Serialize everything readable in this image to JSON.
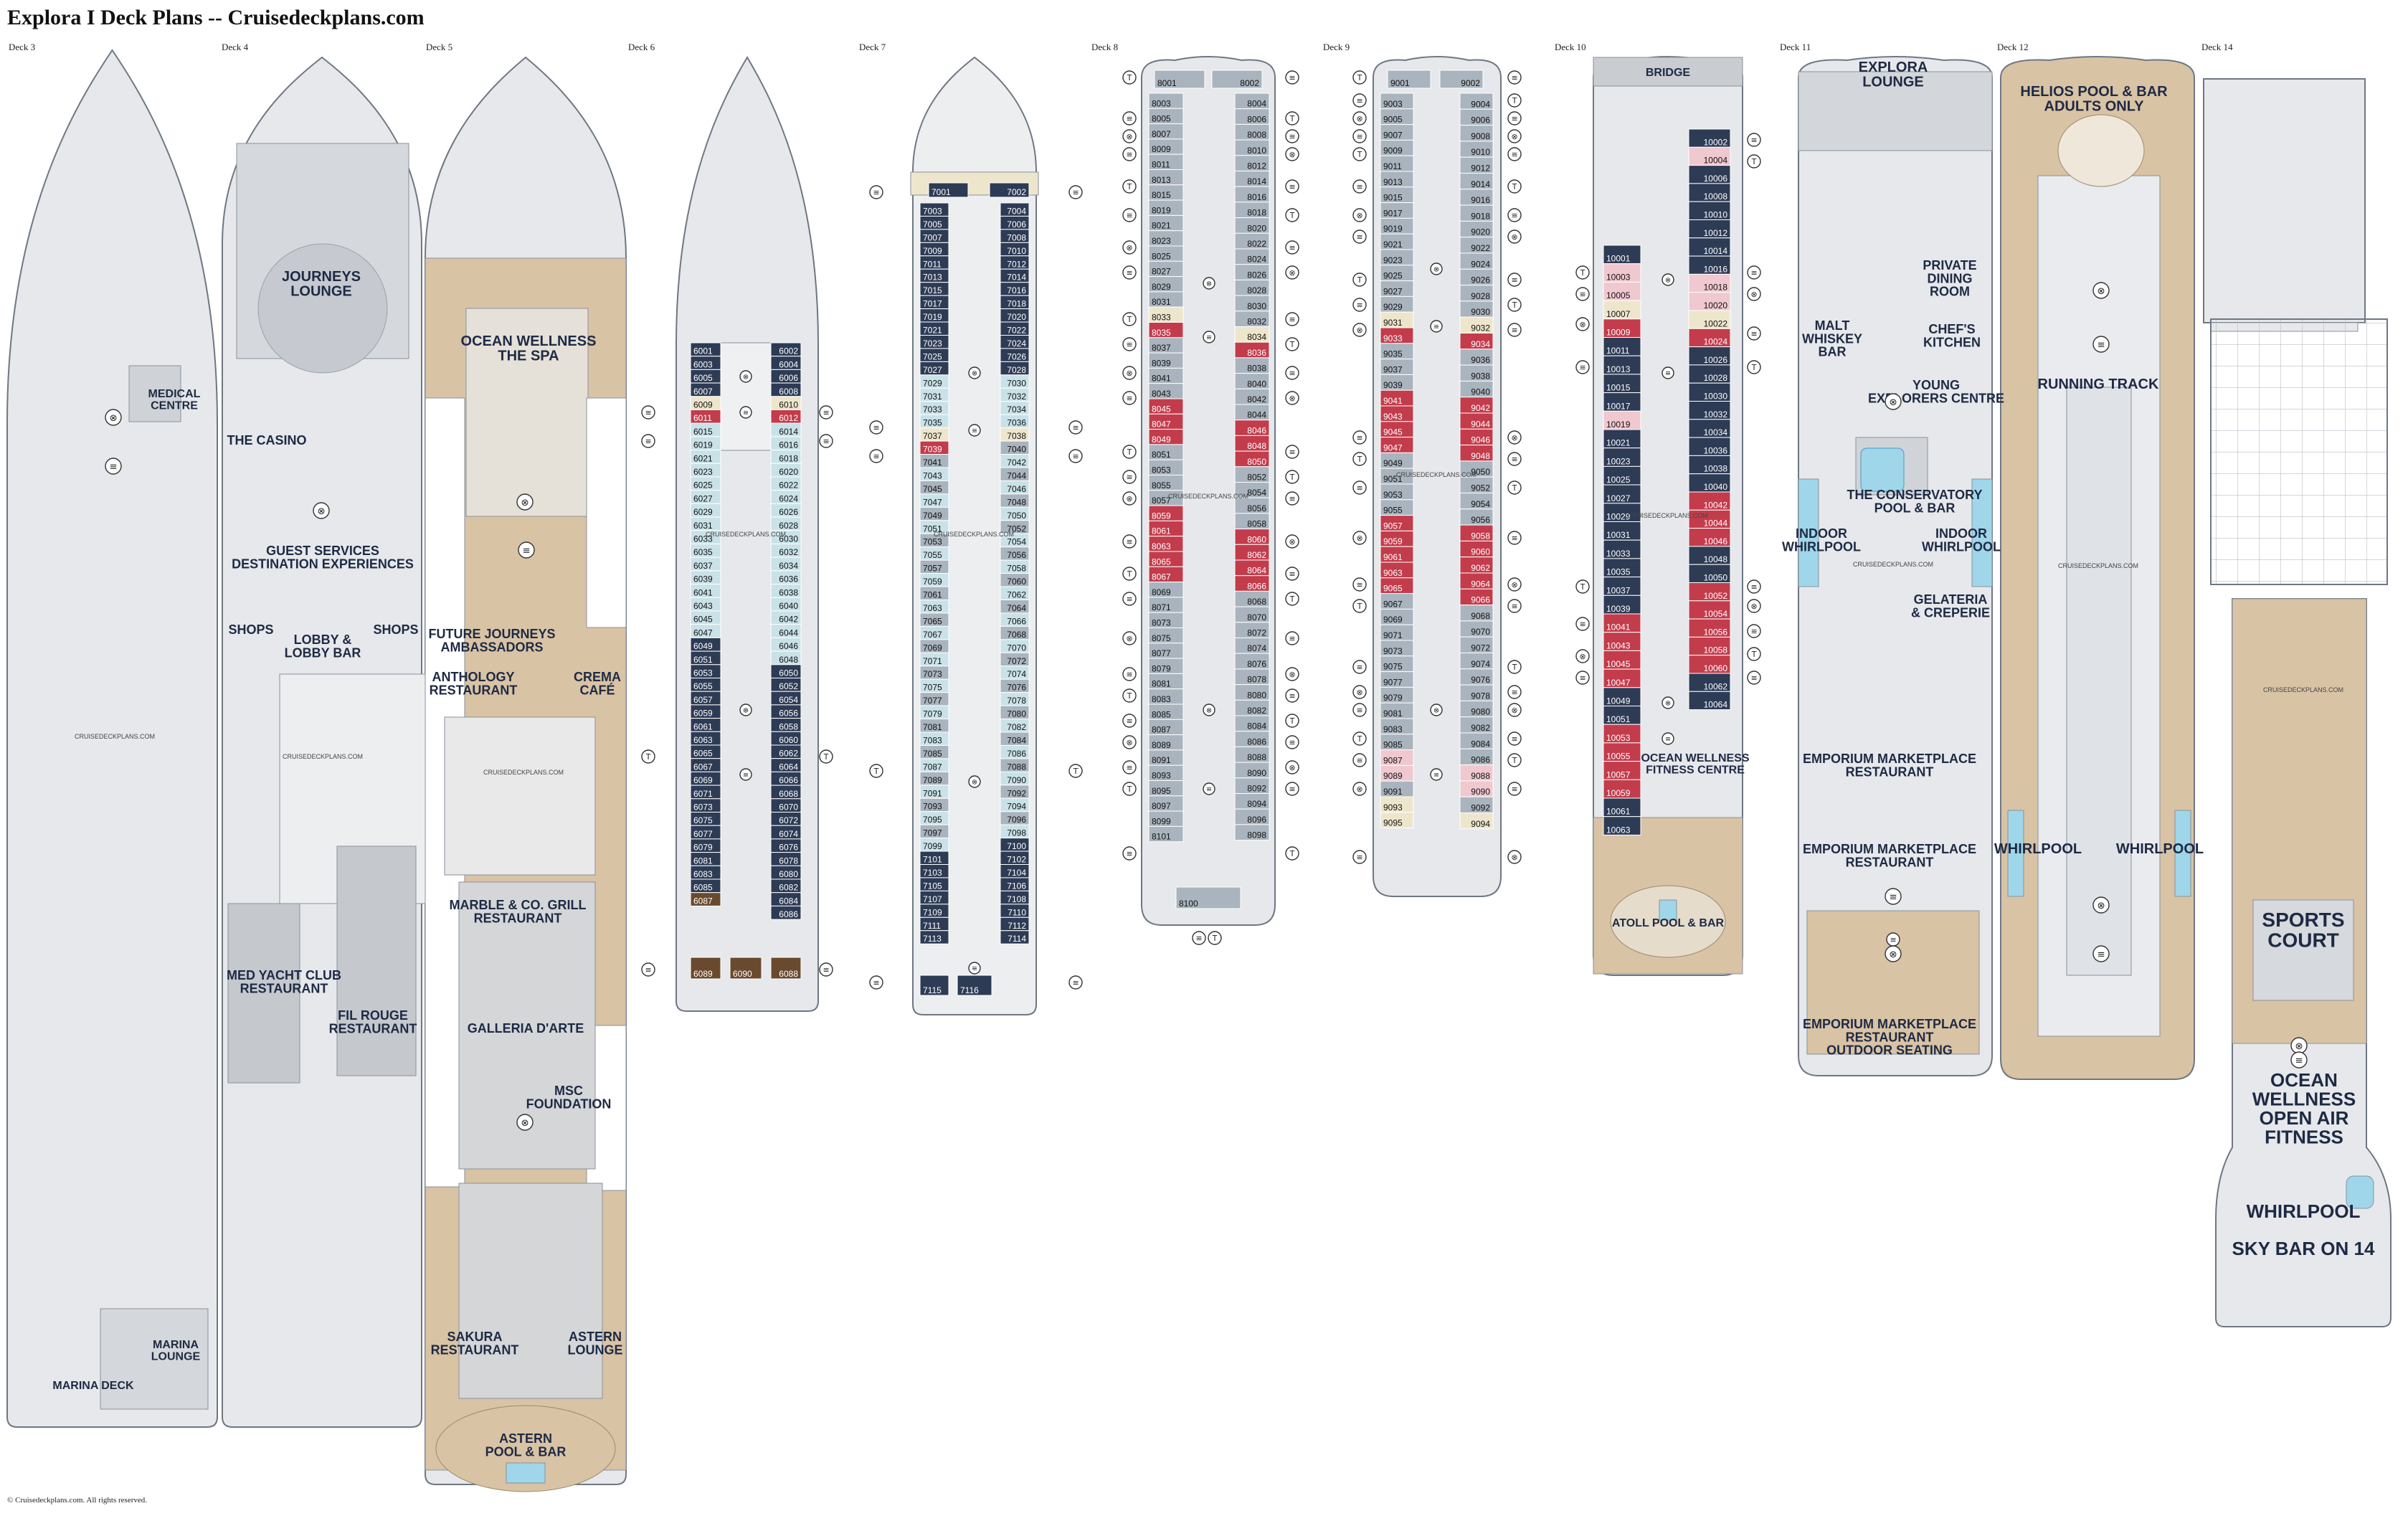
{
  "title": "Explora I Deck Plans -- Cruisedeckplans.com",
  "copyright": "© Cruisedeckplans.com. All rights reserved.",
  "watermark": "CRUISEDECKPLANS.COM",
  "colors": {
    "hull": "#e6e8eb",
    "hull_line": "#6f7783",
    "teak": "#d9c3a5",
    "navy": "#2d3b55",
    "red": "#c33c4c",
    "pink": "#f0c8cf",
    "lightblue": "#c9e2e8",
    "grey": "#a9b4be",
    "tan": "#eee6cc",
    "brown": "#6a4a2f",
    "pool": "#9fd6ea"
  },
  "icons": [
    "lift-icon",
    "stairs-icon",
    "toilet-icon",
    "medical-icon"
  ],
  "decks": {
    "d3": {
      "label": "Deck 3",
      "names": {
        "medical": "MEDICAL\nCENTRE",
        "marina_lounge": "MARINA\nLOUNGE",
        "marina_deck": "MARINA DECK"
      }
    },
    "d4": {
      "label": "Deck 4",
      "names": {
        "journeys": "JOURNEYS\nLOUNGE",
        "casino": "THE CASINO",
        "guest": "GUEST SERVICES\nDESTINATION EXPERIENCES",
        "shops_l": "SHOPS",
        "lobby": "LOBBY &\nLOBBY BAR",
        "shops_r": "SHOPS",
        "medyacht": "MED YACHT CLUB\nRESTAURANT",
        "filrouge": "FIL ROUGE\nRESTAURANT"
      }
    },
    "d5": {
      "label": "Deck 5",
      "names": {
        "spa": "OCEAN WELLNESS\nTHE SPA",
        "future": "FUTURE JOURNEYS\nAMBASSADORS",
        "anthology": "ANTHOLOGY\nRESTAURANT",
        "crema": "CREMA\nCAFÉ",
        "marble": "MARBLE & CO. GRILL\nRESTAURANT",
        "galleria": "GALLERIA D'ARTE",
        "msc": "MSC\nFOUNDATION",
        "sakura": "SAKURA\nRESTAURANT",
        "astern_lounge": "ASTERN\nLOUNGE",
        "astern_pool": "ASTERN\nPOOL & BAR"
      }
    },
    "d6": {
      "label": "Deck 6",
      "cabins_left": [
        "6001",
        "6003",
        "6005",
        "6007",
        "6009",
        "6011",
        "6015",
        "6019",
        "6021",
        "6023",
        "6025",
        "6027",
        "6029",
        "6031",
        "6033",
        "6035",
        "6037",
        "6039",
        "6041",
        "6043",
        "6045",
        "6047",
        "6049",
        "6051",
        "6053",
        "6055",
        "6057",
        "6059",
        "6061",
        "6063",
        "6065",
        "6067",
        "6069",
        "6071",
        "6073",
        "6075",
        "6077",
        "6079",
        "6081",
        "6083",
        "6085",
        "6087",
        "6089"
      ],
      "cabins_right": [
        "6002",
        "6004",
        "6006",
        "6008",
        "6010",
        "6012",
        "6014",
        "6016",
        "6018",
        "6020",
        "6022",
        "6024",
        "6026",
        "6028",
        "6030",
        "6032",
        "6034",
        "6036",
        "6038",
        "6040",
        "6042",
        "6044",
        "6046",
        "6048",
        "6050",
        "6052",
        "6054",
        "6056",
        "6058",
        "6060",
        "6062",
        "6064",
        "6066",
        "6068",
        "6070",
        "6072",
        "6074",
        "6076",
        "6078",
        "6080",
        "6082",
        "6084",
        "6086",
        "6088"
      ],
      "center": "6090"
    },
    "d7": {
      "label": "Deck 7",
      "fwd": [
        "7001",
        "7002"
      ],
      "cabins_left": [
        "7003",
        "7005",
        "7007",
        "7009",
        "7011",
        "7013",
        "7015",
        "7017",
        "7019",
        "7021",
        "7023",
        "7025",
        "7027",
        "7029",
        "7031",
        "7033",
        "7035",
        "7037",
        "7039",
        "7041",
        "7043",
        "7045",
        "7047",
        "7049",
        "7051",
        "7053",
        "7055",
        "7057",
        "7059",
        "7061",
        "7063",
        "7065",
        "7067",
        "7069",
        "7071",
        "7073",
        "7075",
        "7077",
        "7079",
        "7081",
        "7083",
        "7085",
        "7087",
        "7089",
        "7091",
        "7093",
        "7095",
        "7097",
        "7099",
        "7101",
        "7103",
        "7105",
        "7107",
        "7109",
        "7111",
        "7113",
        "7115"
      ],
      "cabins_right": [
        "7004",
        "7006",
        "7008",
        "7010",
        "7012",
        "7014",
        "7016",
        "7018",
        "7020",
        "7022",
        "7024",
        "7026",
        "7028",
        "7030",
        "7032",
        "7034",
        "7036",
        "7038",
        "7040",
        "7042",
        "7044",
        "7046",
        "7048",
        "7050",
        "7052",
        "7054",
        "7056",
        "7058",
        "7060",
        "7062",
        "7064",
        "7066",
        "7068",
        "7070",
        "7072",
        "7074",
        "7076",
        "7078",
        "7080",
        "7082",
        "7084",
        "7086",
        "7088",
        "7090",
        "7092",
        "7094",
        "7096",
        "7098",
        "7100",
        "7102",
        "7104",
        "7106",
        "7108",
        "7110",
        "7112",
        "7114"
      ],
      "center": "7116"
    },
    "d8": {
      "label": "Deck 8",
      "fwd": [
        "8001",
        "8002"
      ],
      "cabins_left": [
        "8003",
        "8005",
        "8007",
        "8009",
        "8011",
        "8013",
        "8015",
        "8019",
        "8021",
        "8023",
        "8025",
        "8027",
        "8029",
        "8031",
        "8033",
        "8035",
        "8037",
        "8039",
        "8041",
        "8043",
        "8045",
        "8047",
        "8049",
        "8051",
        "8053",
        "8055",
        "8057",
        "8059",
        "8061",
        "8063",
        "8065",
        "8067",
        "8069",
        "8071",
        "8073",
        "8075",
        "8077",
        "8079",
        "8081",
        "8083",
        "8085",
        "8087",
        "8089",
        "8091",
        "8093",
        "8095",
        "8097",
        "8099",
        "8101"
      ],
      "cabins_right": [
        "8004",
        "8006",
        "8008",
        "8010",
        "8012",
        "8014",
        "8016",
        "8018",
        "8020",
        "8022",
        "8024",
        "8026",
        "8028",
        "8030",
        "8032",
        "8034",
        "8036",
        "8038",
        "8040",
        "8042",
        "8044",
        "8046",
        "8048",
        "8050",
        "8052",
        "8054",
        "8056",
        "8058",
        "8060",
        "8062",
        "8064",
        "8066",
        "8068",
        "8070",
        "8072",
        "8074",
        "8076",
        "8078",
        "8080",
        "8082",
        "8084",
        "8086",
        "8088",
        "8090",
        "8092",
        "8094",
        "8096",
        "8098"
      ],
      "center": "8100"
    },
    "d9": {
      "label": "Deck 9",
      "fwd": [
        "9001",
        "9002"
      ],
      "cabins_left": [
        "9003",
        "9005",
        "9007",
        "9009",
        "9011",
        "9013",
        "9015",
        "9017",
        "9019",
        "9021",
        "9023",
        "9025",
        "9027",
        "9029",
        "9031",
        "9033",
        "9035",
        "9037",
        "9039",
        "9041",
        "9043",
        "9045",
        "9047",
        "9049",
        "9051",
        "9053",
        "9055",
        "9057",
        "9059",
        "9061",
        "9063",
        "9065",
        "9067",
        "9069",
        "9071",
        "9073",
        "9075",
        "9077",
        "9079",
        "9081",
        "9083",
        "9085",
        "9087",
        "9089",
        "9091",
        "9093",
        "9095"
      ],
      "cabins_right": [
        "9004",
        "9006",
        "9008",
        "9010",
        "9012",
        "9014",
        "9016",
        "9018",
        "9020",
        "9022",
        "9024",
        "9026",
        "9028",
        "9030",
        "9032",
        "9034",
        "9036",
        "9038",
        "9040",
        "9042",
        "9044",
        "9046",
        "9048",
        "9050",
        "9052",
        "9054",
        "9056",
        "9058",
        "9060",
        "9062",
        "9064",
        "9066",
        "9068",
        "9070",
        "9072",
        "9074",
        "9076",
        "9078",
        "9080",
        "9082",
        "9084",
        "9086",
        "9088",
        "9090",
        "9092",
        "9094"
      ]
    },
    "d10": {
      "label": "Deck 10",
      "names": {
        "bridge": "BRIDGE",
        "fitness": "OCEAN WELLNESS\nFITNESS CENTRE",
        "atoll": "ATOLL POOL & BAR"
      },
      "cabins_left": [
        "10001",
        "10003",
        "10005",
        "10007",
        "10009",
        "10011",
        "10013",
        "10015",
        "10017",
        "10019",
        "10021",
        "10023",
        "10025",
        "10027",
        "10029",
        "10031",
        "10033",
        "10035",
        "10037",
        "10039",
        "10041",
        "10043",
        "10045",
        "10047",
        "10049",
        "10051",
        "10053",
        "10055",
        "10057",
        "10059",
        "10061",
        "10063"
      ],
      "cabins_right": [
        "10002",
        "10004",
        "10006",
        "10008",
        "10010",
        "10012",
        "10014",
        "10016",
        "10018",
        "10020",
        "10022",
        "10024",
        "10026",
        "10028",
        "10030",
        "10032",
        "10034",
        "10036",
        "10038",
        "10040",
        "10042",
        "10044",
        "10046",
        "10048",
        "10050",
        "10052",
        "10054",
        "10056",
        "10058",
        "10060",
        "10062",
        "10064"
      ]
    },
    "d11": {
      "label": "Deck 11",
      "names": {
        "explora": "EXPLORA\nLOUNGE",
        "private": "PRIVATE\nDINING\nROOM",
        "malt": "MALT\nWHISKEY\nBAR",
        "chefs": "CHEF'S\nKITCHEN",
        "young": "YOUNG\nEXPLORERS CENTRE",
        "conservatory": "THE CONSERVATORY\nPOOL & BAR",
        "indoor_l": "INDOOR\nWHIRLPOOL",
        "indoor_r": "INDOOR\nWHIRLPOOL",
        "gelateria": "GELATERIA\n& CREPERIE",
        "emporium1": "EMPORIUM MARKETPLACE\nRESTAURANT",
        "emporium2": "EMPORIUM MARKETPLACE\nRESTAURANT",
        "emporium3": "EMPORIUM MARKETPLACE\nRESTAURANT\nOUTDOOR SEATING"
      }
    },
    "d12": {
      "label": "Deck 12",
      "names": {
        "helios": "HELIOS POOL & BAR\nADULTS ONLY",
        "track": "RUNNING TRACK",
        "whirl_l": "WHIRLPOOL",
        "whirl_r": "WHIRLPOOL"
      }
    },
    "d14": {
      "label": "Deck 14",
      "names": {
        "sports": "SPORTS\nCOURT",
        "owof": "OCEAN\nWELLNESS\nOPEN AIR\nFITNESS",
        "whirlpool": "WHIRLPOOL",
        "skybar": "SKY BAR ON 14"
      }
    }
  }
}
